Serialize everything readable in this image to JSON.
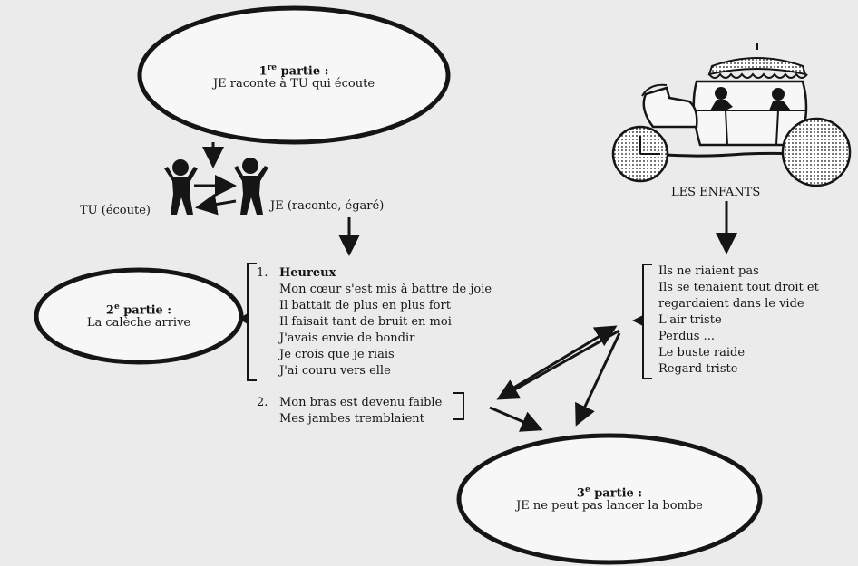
{
  "part1": {
    "title": "partie :",
    "ordinal_num": "1",
    "ordinal_sup": "re",
    "text": "JE raconte à TU qui écoute"
  },
  "part2": {
    "title": "partie :",
    "ordinal_num": "2",
    "ordinal_sup": "e",
    "text": "La calèche arrive"
  },
  "part3": {
    "title": "partie :",
    "ordinal_num": "3",
    "ordinal_sup": "e",
    "text": "JE ne peut pas lancer la bombe"
  },
  "people": {
    "tu_label": "TU (écoute)",
    "je_label": "JE (raconte, égaré)"
  },
  "carriage": {
    "label": "LES ENFANTS"
  },
  "list_heureux": {
    "number": "1.",
    "title": "Heureux",
    "lines": [
      "Mon cœur s'est mis à battre de joie",
      "Il battait de plus en plus fort",
      "Il faisait tant de bruit en moi",
      "J'avais envie de bondir",
      "Je crois que je riais",
      "J'ai couru vers elle"
    ]
  },
  "list_faible": {
    "number": "2.",
    "lines": [
      "Mon bras est devenu faible",
      "Mes jambes tremblaient"
    ]
  },
  "list_enfants": {
    "lines": [
      "Ils ne riaient pas",
      "Ils se tenaient tout droit et",
      "regardaient dans le vide",
      "L'air triste",
      "Perdus ...",
      "Le buste raide",
      "Regard triste"
    ]
  },
  "colors": {
    "ink": "#151515",
    "paper": "#ebebeb"
  }
}
